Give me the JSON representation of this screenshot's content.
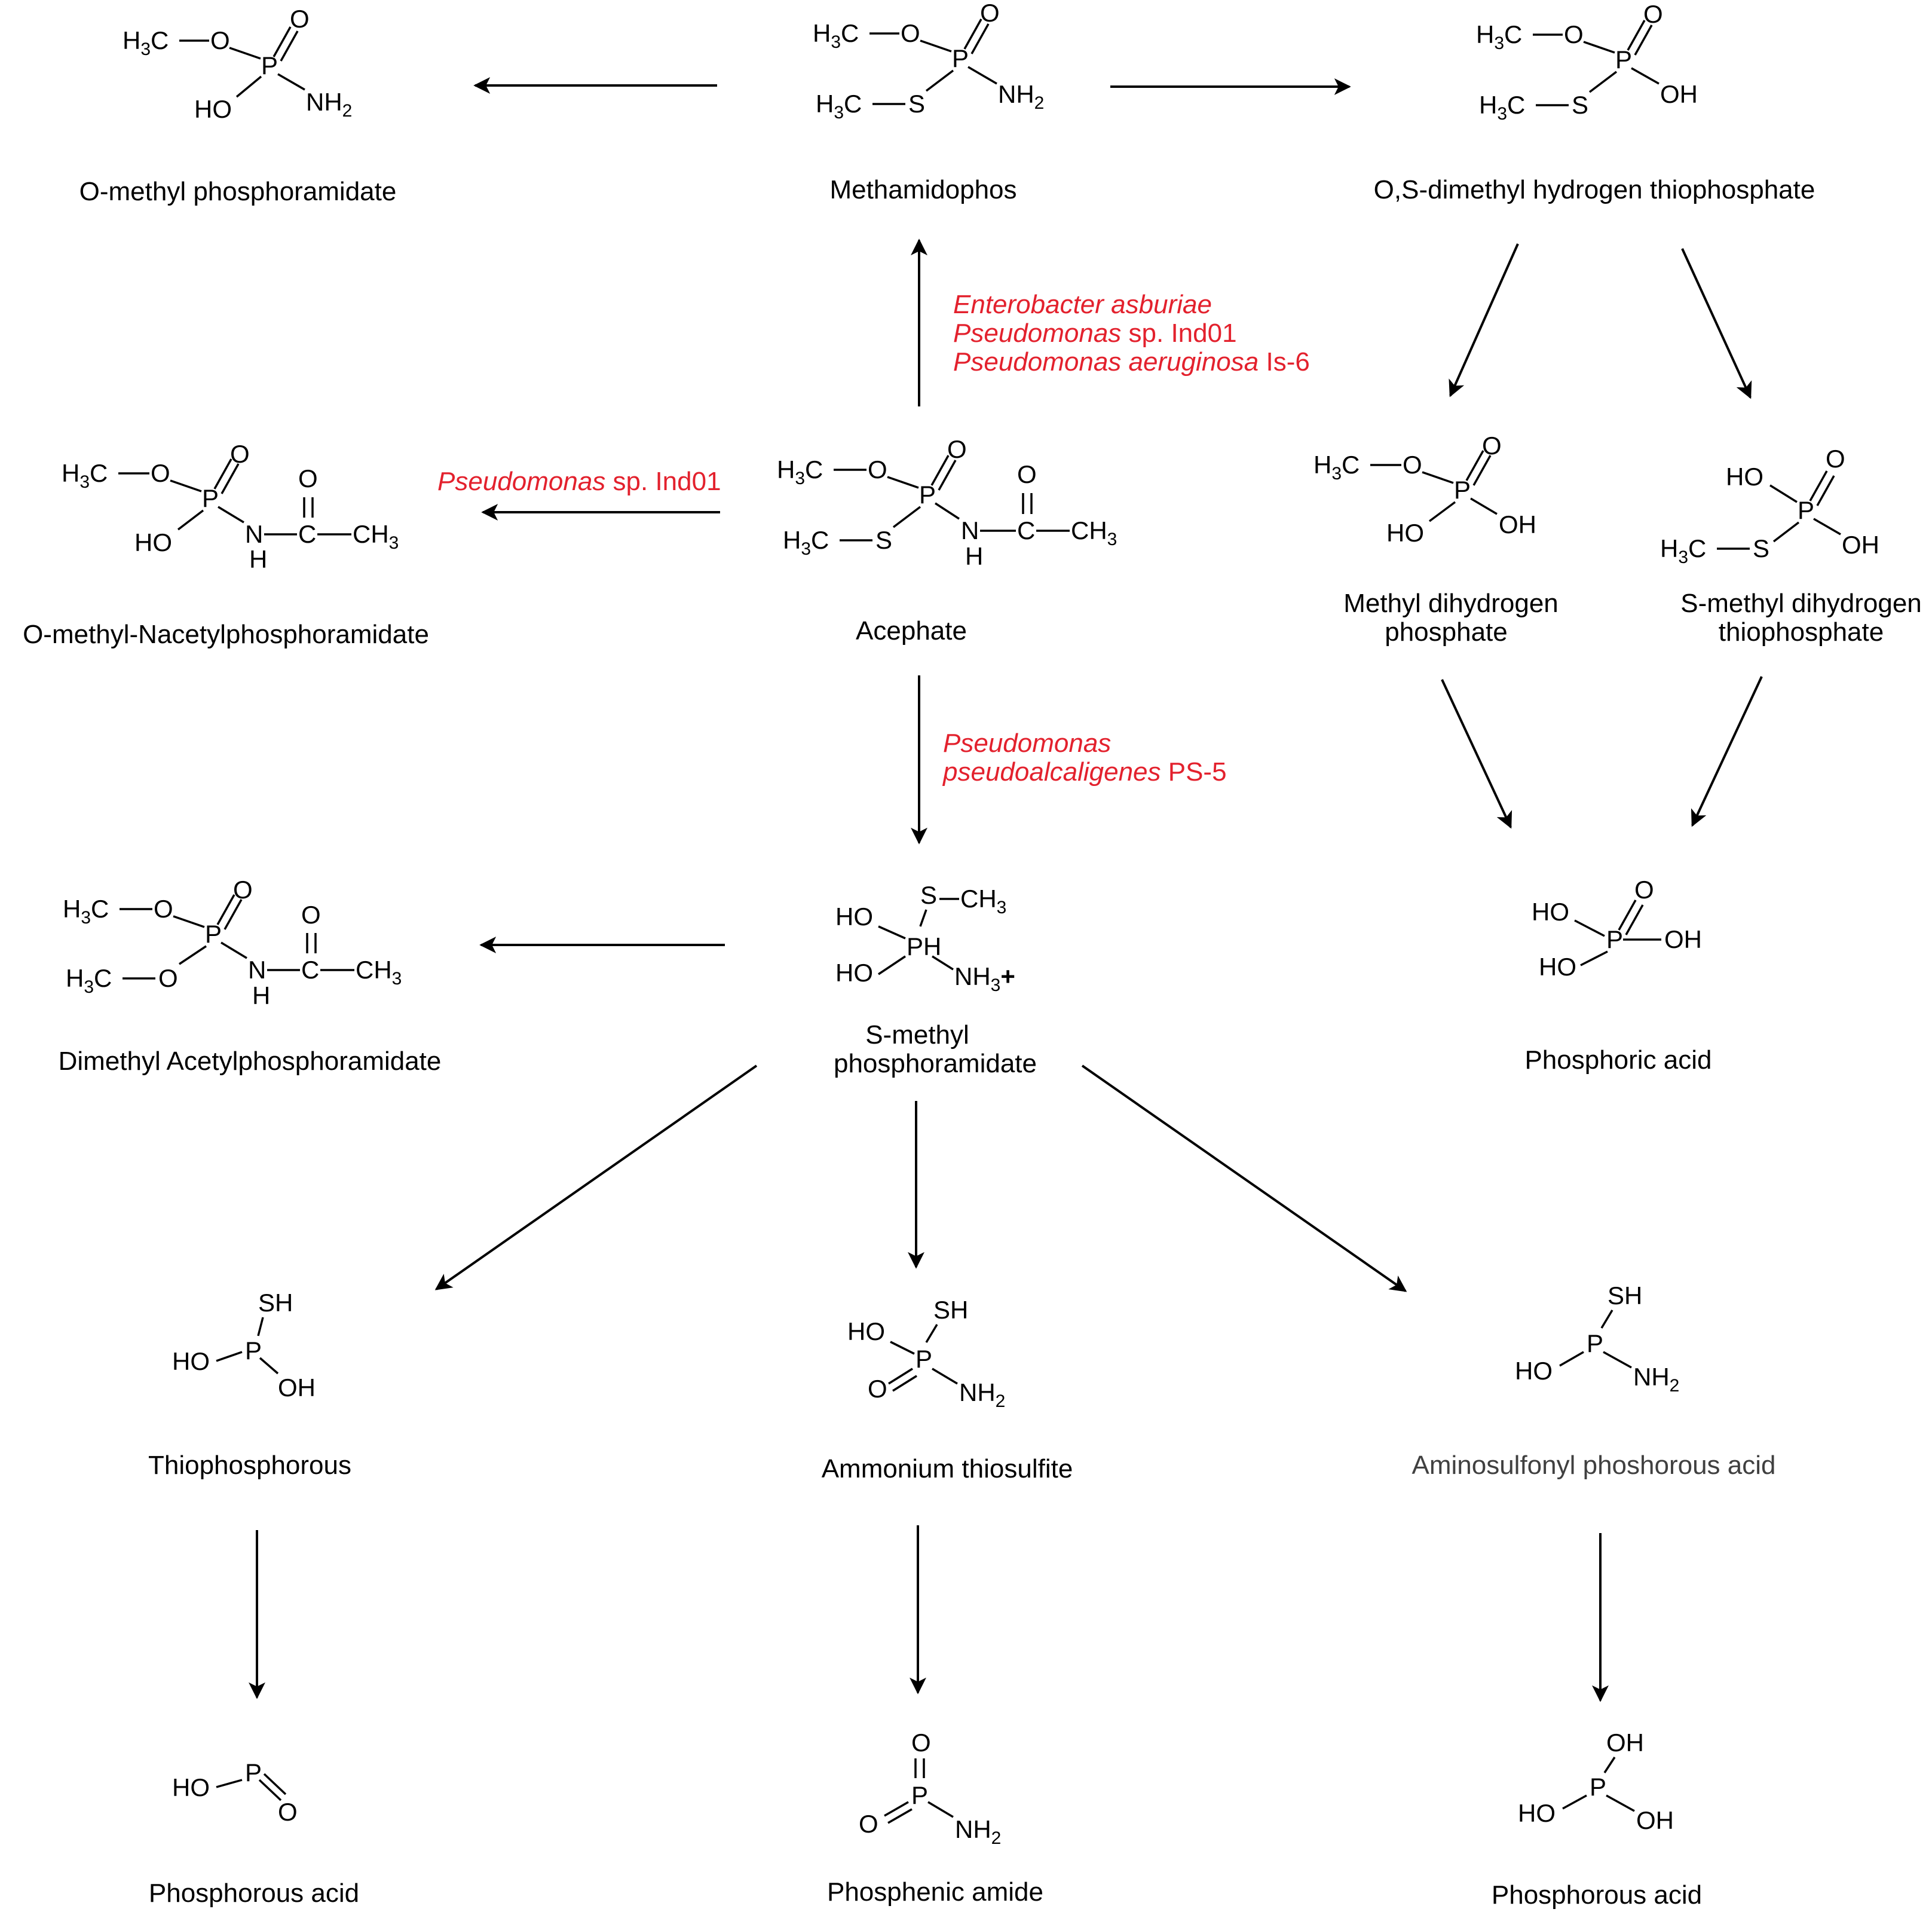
{
  "colors": {
    "enzyme": "#e3212d",
    "gray_label": "#404040"
  },
  "compounds": {
    "methamidophos": "Methamidophos",
    "o_methyl_phosphoramidate": "O-methyl phosphoramidate",
    "os_dimethyl": "O,S-dimethyl hydrogen thiophosphate",
    "acephate": "Acephate",
    "o_methyl_n_acetyl": "O-methyl-Nacetylphosphoramidate",
    "methyl_dihydrogen_1": "Methyl dihydrogen",
    "methyl_dihydrogen_2": "phosphate",
    "s_methyl_dihydrogen_1": "S-methyl dihydrogen",
    "s_methyl_dihydrogen_2": "thiophosphate",
    "s_methyl_phosphoramidate_1": "S-methyl",
    "s_methyl_phosphoramidate_2": "phosphoramidate",
    "dimethyl_acetyl": "Dimethyl Acetylphosphoramidate",
    "phosphoric_acid": "Phosphoric acid",
    "thiophosphorous": "Thiophosphorous",
    "ammonium_thiosulfite": "Ammonium thiosulfite",
    "aminosulfonyl": "Aminosulfonyl phoshorous acid",
    "phosphorous_acid_left": "Phosphorous acid",
    "phosphenic_amide": "Phosphenic amide",
    "phosphorous_acid_right": "Phosphorous acid"
  },
  "enzymes": {
    "to_methamidophos": [
      {
        "italic": "Enterobacter asburiae",
        "plain": ""
      },
      {
        "italic": "Pseudomonas",
        "plain": " sp. Ind01"
      },
      {
        "italic": "Pseudomonas aeruginosa",
        "plain": " Is-6"
      }
    ],
    "to_o_methyl_n_acetyl": {
      "italic": "Pseudomonas",
      "plain": " sp. Ind01"
    },
    "to_s_methyl": [
      {
        "italic": "Pseudomonas",
        "plain": ""
      },
      {
        "italic": "pseudoalcaligenes",
        "plain": " PS-5"
      }
    ]
  }
}
